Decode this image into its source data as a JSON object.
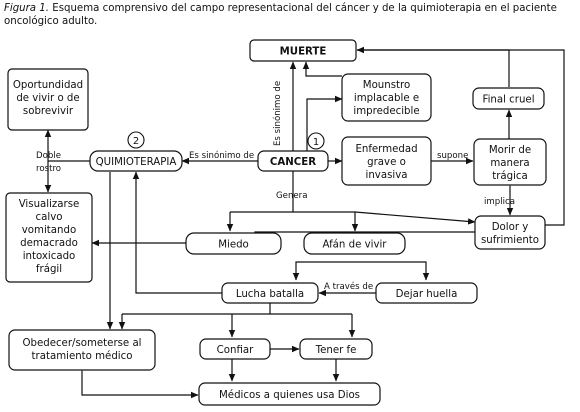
{
  "caption": {
    "label": "Figura 1.",
    "text": "Esquema comprensivo del campo representacional del cáncer y de la quimioterapia en el paciente oncológico adulto."
  },
  "nodes": {
    "muerte": [
      "MUERTE"
    ],
    "cancer": [
      "CANCER"
    ],
    "quimioterapia": [
      "QUIMIOTERAPIA"
    ],
    "oportunidad": [
      "Oportundidad",
      "de vivir o de",
      "sobrevivir"
    ],
    "visualizarse": [
      "Visualizarse",
      "calvo",
      "vomitando",
      "demacrado",
      "intoxicado",
      "frágil"
    ],
    "monstruo": [
      "Mounstro",
      "implacable e",
      "impredecible"
    ],
    "enfermedad": [
      "Enfermedad",
      "grave o",
      "invasiva"
    ],
    "final_cruel": [
      "Final cruel"
    ],
    "morir": [
      "Morir de",
      "manera",
      "trágica"
    ],
    "dolor": [
      "Dolor y",
      "sufrimiento"
    ],
    "miedo": [
      "Miedo"
    ],
    "afan": [
      "Afán de vivir"
    ],
    "lucha": [
      "Lucha batalla"
    ],
    "dejar_huella": [
      "Dejar huella"
    ],
    "obedecer": [
      "Obedecer/someterse al",
      "tratamiento médico"
    ],
    "confiar": [
      "Confiar"
    ],
    "tener_fe": [
      "Tener fe"
    ],
    "medicos": [
      "Médicos a quienes usa Dios"
    ]
  },
  "markers": {
    "one": "1",
    "two": "2"
  },
  "edge_labels": {
    "sinonimo_vertical": "Es sinónimo de",
    "sinonimo_horizontal": "Es sinónimo de",
    "doble": "Doble",
    "rostro": "rostro",
    "supone": "supone",
    "implica": "implica",
    "genera": "Genera",
    "a_traves": "A través de"
  },
  "icons": {
    "arrow": "arrowhead-icon"
  }
}
